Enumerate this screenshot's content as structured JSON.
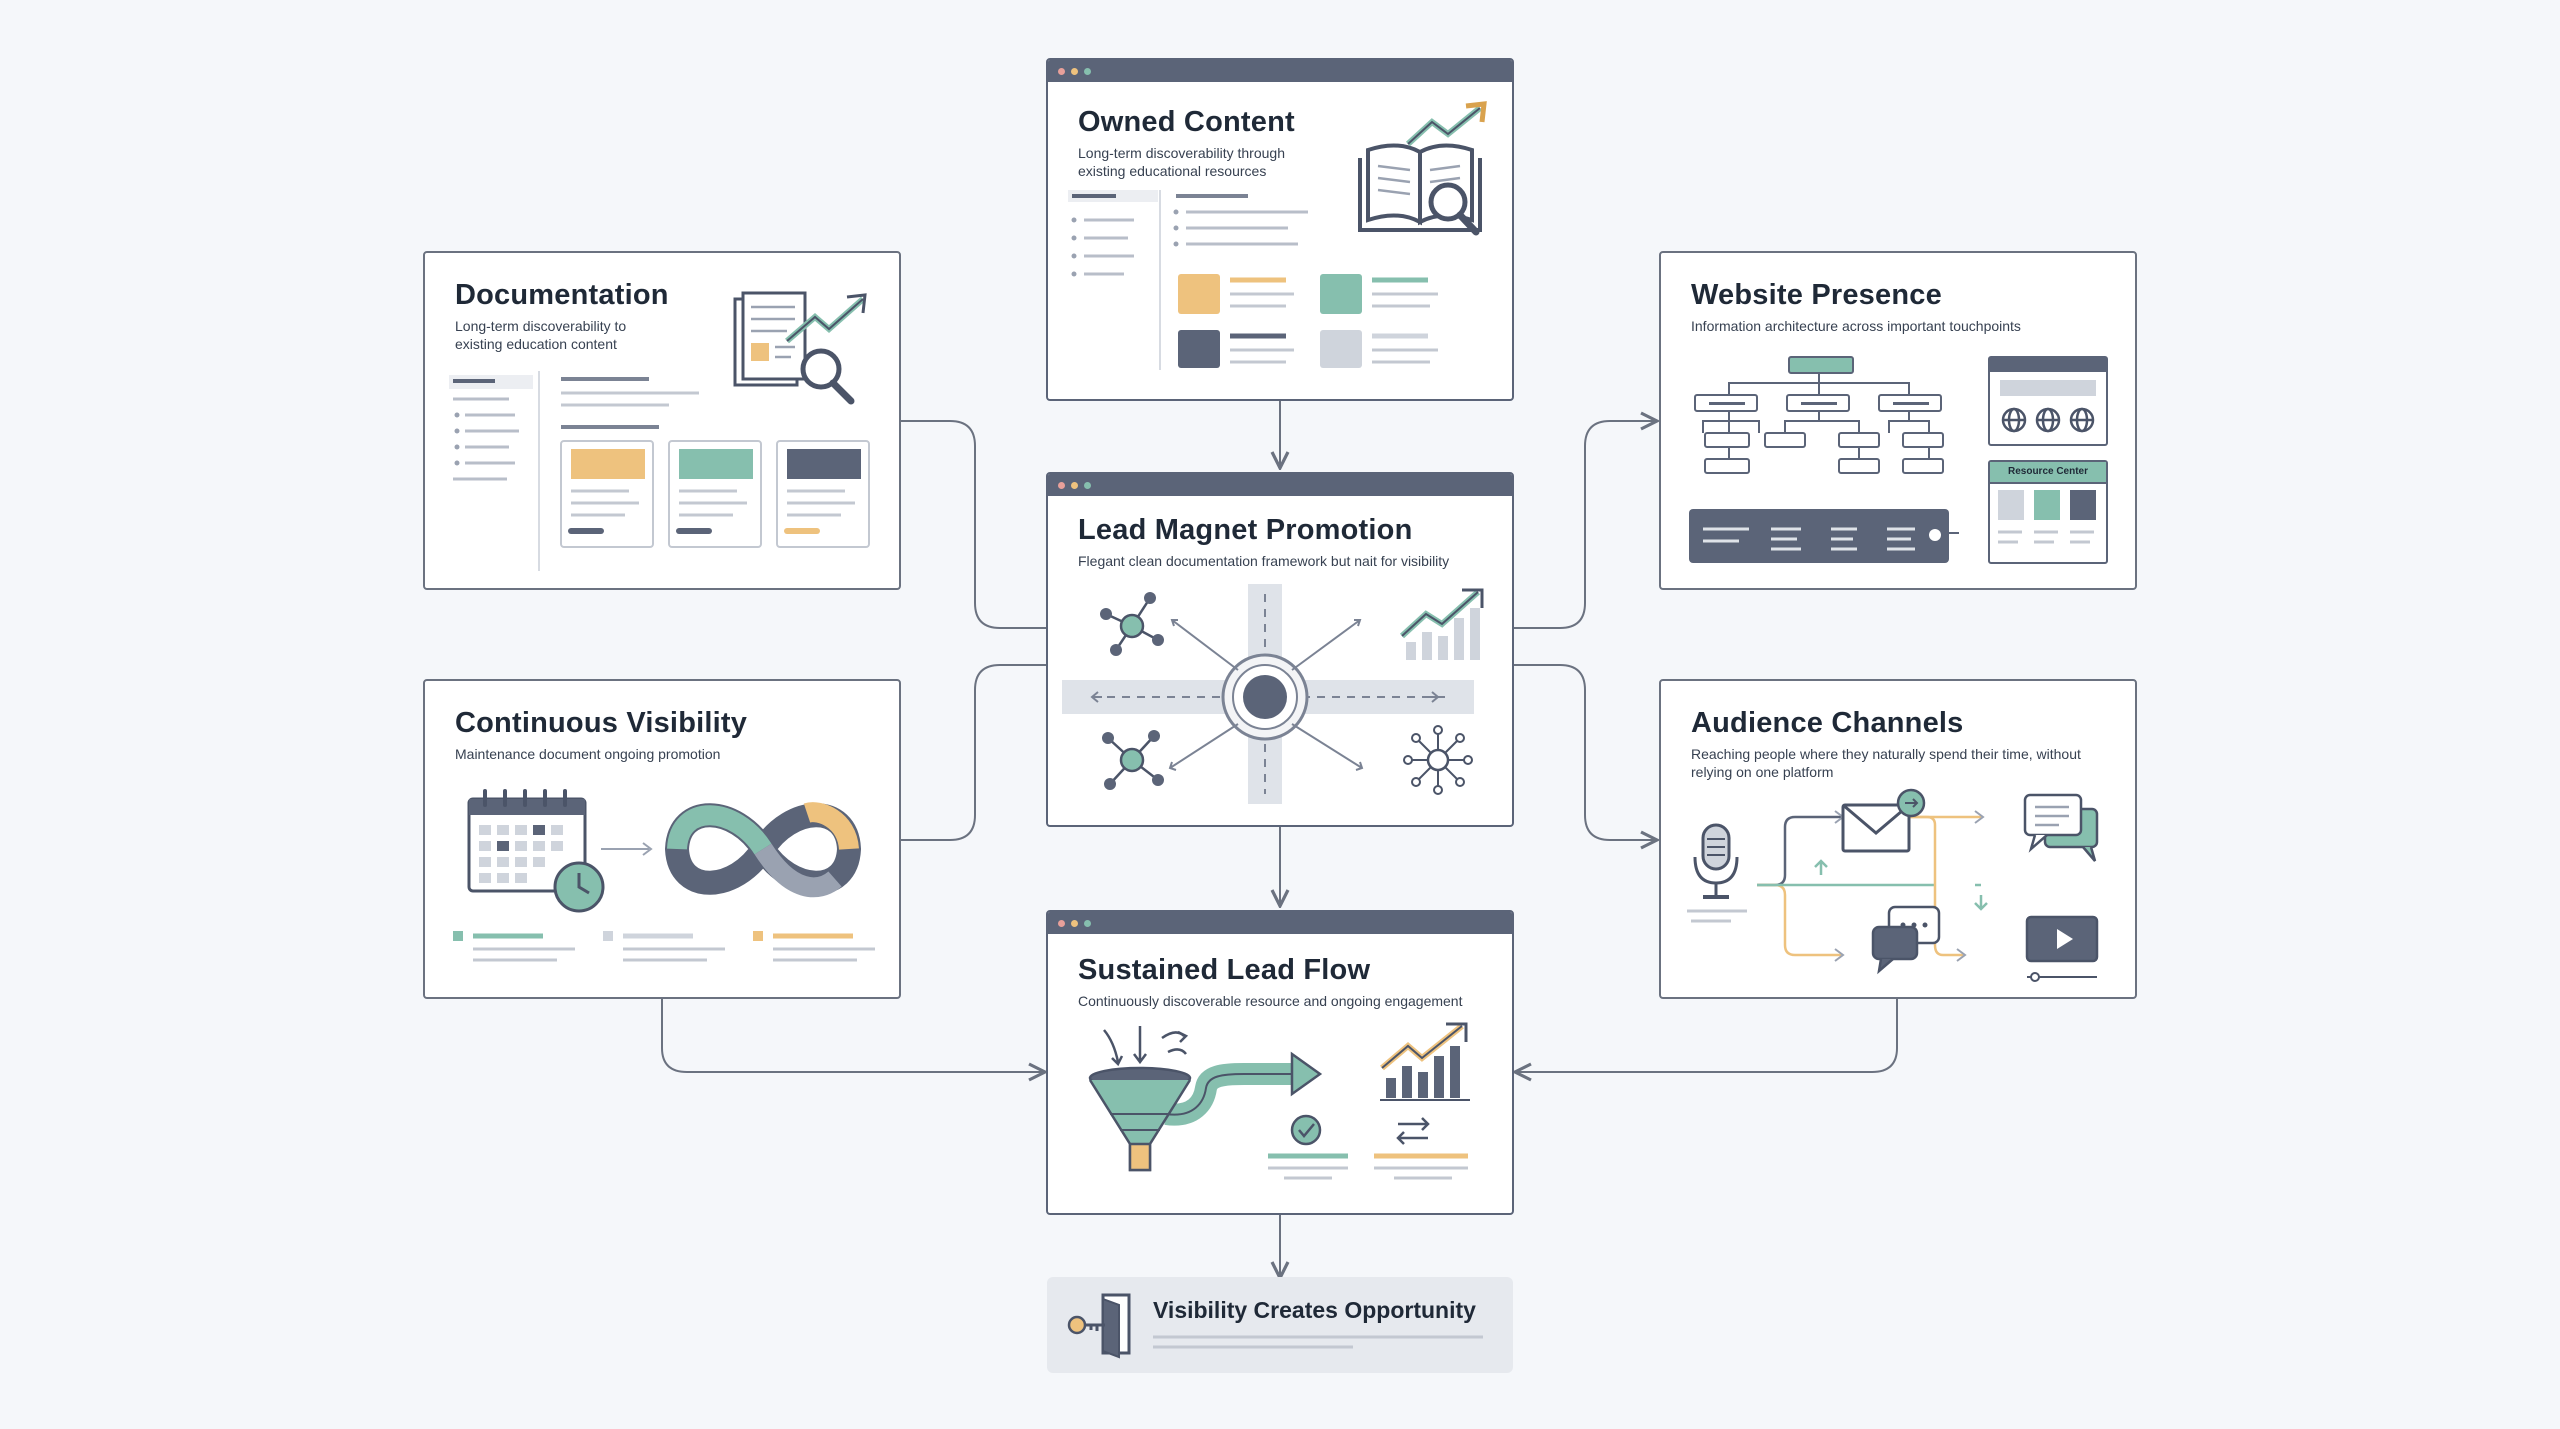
{
  "colors": {
    "frame": "#5b6478",
    "teal": "#86bfae",
    "sand": "#eec27e",
    "slate": "#5b6478",
    "lightgray": "#cfd4dc",
    "line": "#6b7280",
    "background": "#f5f7fa"
  },
  "nodes": {
    "owned_content": {
      "title": "Owned Content",
      "subtitle": "Long-term discoverability through existing educational resources"
    },
    "documentation": {
      "title": "Documentation",
      "subtitle": "Long-term discoverability to existing education content"
    },
    "website_presence": {
      "title": "Website Presence",
      "subtitle": "Information architecture across important touchpoints",
      "resource_label": "Resource Center"
    },
    "lead_magnet": {
      "title": "Lead Magnet Promotion",
      "subtitle": "Flegant clean documentation framework but nait for visibility"
    },
    "continuous_visibility": {
      "title": "Continuous Visibility",
      "subtitle": "Maintenance document ongoing promotion"
    },
    "audience_channels": {
      "title": "Audience Channels",
      "subtitle": "Reaching people where they naturally spend their time, without relying on one platform"
    },
    "sustained_flow": {
      "title": "Sustained Lead Flow",
      "subtitle": "Continuously discoverable resource and ongoing engagement"
    },
    "outcome": {
      "title": "Visibility Creates Opportunity"
    }
  },
  "icons": [
    "book-magnifier-icon",
    "document-magnifier-icon",
    "sitemap-icon",
    "globe-icon",
    "roundabout-icon",
    "network-icon",
    "growth-chart-icon",
    "calendar-icon",
    "clock-icon",
    "infinity-loop-icon",
    "microphone-icon",
    "email-icon",
    "chat-icon",
    "video-icon",
    "funnel-icon",
    "check-icon",
    "swap-icon",
    "door-key-icon"
  ]
}
